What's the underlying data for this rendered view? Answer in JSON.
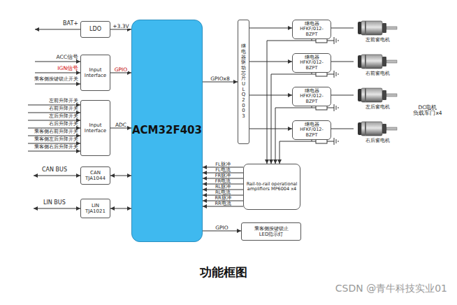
{
  "diagram": {
    "title": "功能框图",
    "nodes": [
      {
        "text": [
          "LDO"
        ]
      },
      {
        "text": [
          "Input Interface"
        ]
      },
      {
        "text": [
          "Input Interface"
        ]
      },
      {
        "text": [
          "CAN",
          "TJA1044"
        ]
      },
      {
        "text": [
          "LIN",
          "TJA1021"
        ]
      },
      {
        "text": [
          "ACM32F403"
        ]
      },
      {
        "text": [
          "继电器驱动芯片ULQ2003"
        ]
      },
      {
        "text": [
          "继电器",
          "HFKF/012-BZPT"
        ]
      },
      {
        "text": [
          "继电器",
          "HFKF/012-BZPT"
        ]
      },
      {
        "text": [
          "继电器",
          "HFKF/012-BZPT"
        ]
      },
      {
        "text": [
          "继电器",
          "HFKF/012-BZPT"
        ]
      },
      {
        "text": [
          "左前窗电机"
        ]
      },
      {
        "text": [
          "右前窗电机"
        ]
      },
      {
        "text": [
          "左后窗电机"
        ]
      },
      {
        "text": [
          "右后窗电机"
        ]
      },
      {
        "text": [
          "Rail-to-rail operational amplifiers MP6004 x4"
        ]
      },
      {
        "text": [
          "乘客侧按键锁止 LED指示灯"
        ]
      }
    ],
    "edges": [
      {
        "from": 0,
        "to": 5,
        "arrow": "to",
        "label": "+3.3V"
      },
      {
        "from": 1,
        "to": 5,
        "arrow": "to",
        "label": "GPIO"
      },
      {
        "from": 2,
        "to": 5,
        "arrow": "to",
        "label": "ADC"
      },
      {
        "from": 3,
        "to": 5,
        "arrow": "both"
      },
      {
        "from": 4,
        "to": 5,
        "arrow": "both"
      },
      {
        "from": 5,
        "to": 6,
        "arrow": "to",
        "label": "GPIOx8"
      },
      {
        "from": 6,
        "to": 7,
        "arrow": "to"
      },
      {
        "from": 6,
        "to": 8,
        "arrow": "to"
      },
      {
        "from": 6,
        "to": 9,
        "arrow": "to"
      },
      {
        "from": 6,
        "to": 10,
        "arrow": "to"
      },
      {
        "from": 7,
        "to": 11,
        "arrow": "none"
      },
      {
        "from": 8,
        "to": 12,
        "arrow": "none"
      },
      {
        "from": 9,
        "to": 13,
        "arrow": "none"
      },
      {
        "from": 10,
        "to": 14,
        "arrow": "none"
      },
      {
        "from": 15,
        "to": 5,
        "arrow": "to",
        "label": "FL脉冲"
      },
      {
        "from": 15,
        "to": 5,
        "arrow": "to",
        "label": "FL电流"
      },
      {
        "from": 15,
        "to": 5,
        "arrow": "to",
        "label": "FR脉冲"
      },
      {
        "from": 15,
        "to": 5,
        "arrow": "to",
        "label": "FR电流"
      },
      {
        "from": 15,
        "to": 5,
        "arrow": "to",
        "label": "RL脉冲"
      },
      {
        "from": 15,
        "to": 5,
        "arrow": "to",
        "label": "RL电流"
      },
      {
        "from": 15,
        "to": 5,
        "arrow": "to",
        "label": "RR脉冲"
      },
      {
        "from": 15,
        "to": 5,
        "arrow": "to",
        "label": "RR电流"
      },
      {
        "from": 5,
        "to": 16,
        "arrow": "to",
        "label": "GPIO"
      }
    ],
    "labels": [
      "BAT+",
      "ACC信号",
      "IGN信号",
      "乘客侧按键锁止开关",
      "左前升降开关",
      "右前升降开关",
      "左后升降开关",
      "右后升降开关",
      "乘客侧右前升降开关",
      "乘客侧左后升降开关",
      "乘客侧右后升降开关",
      "CAN BUS",
      "LIN BUS",
      "DC电机 负载车门x4",
      "CSDN @青牛科技实业01"
    ]
  }
}
